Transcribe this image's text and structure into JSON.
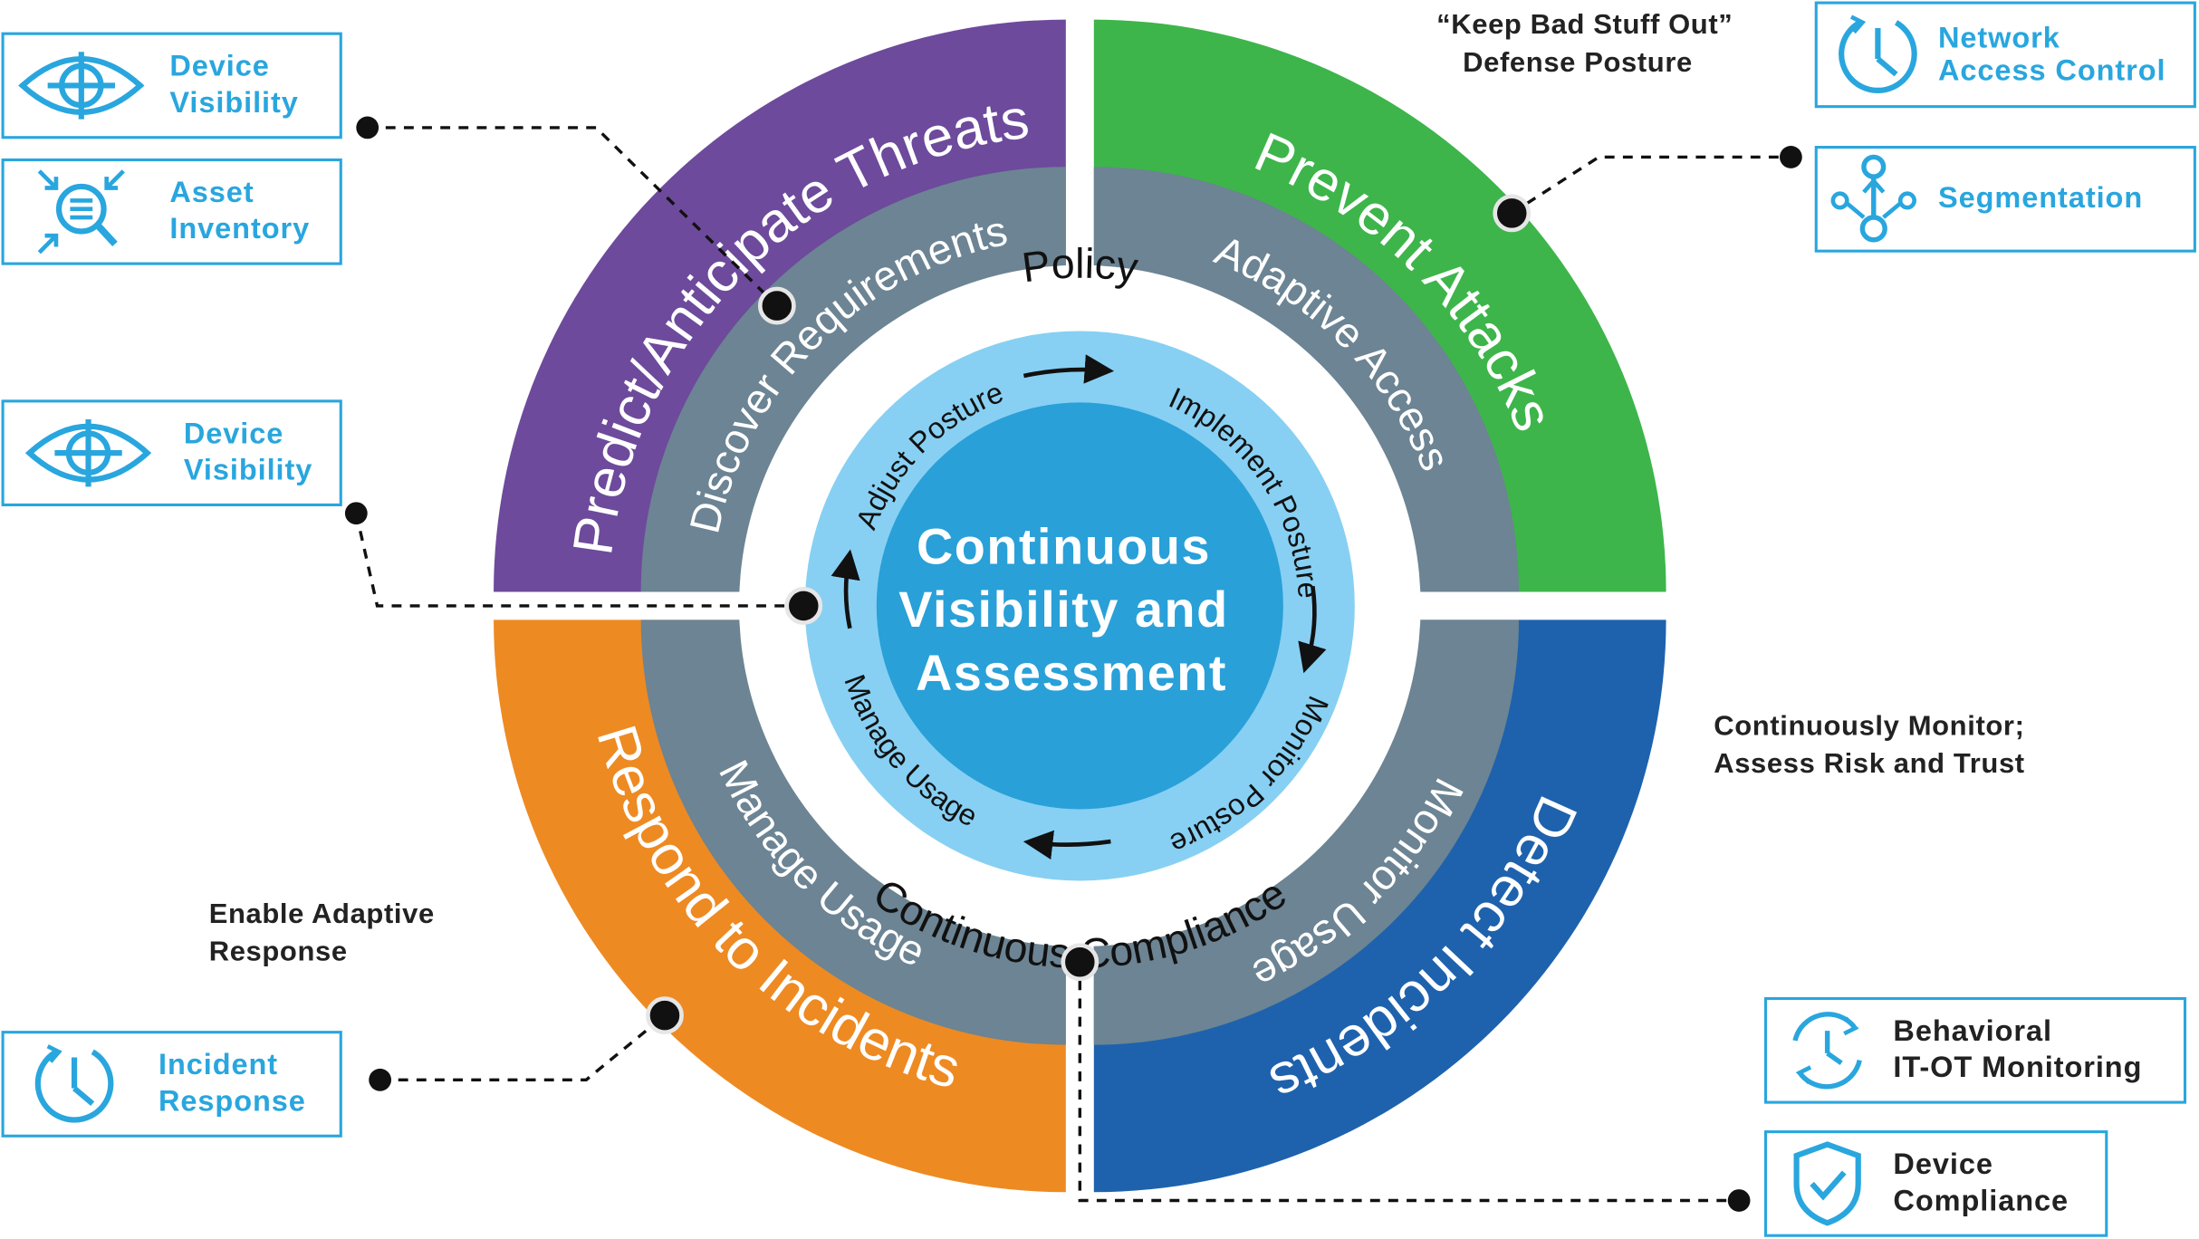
{
  "center": {
    "title_lines": [
      "Continuous",
      "Visibility and",
      "Assessment"
    ]
  },
  "inner_ring": {
    "top_label": "Policy",
    "bottom_label": "Continuous Compliance",
    "steps": [
      "Adjust Posture",
      "Implement Posture",
      "Monitor Posture",
      "Manage Usage"
    ]
  },
  "middle_ring": {
    "top_left": "Discover Requirements",
    "top_right": "Adaptive Access",
    "bottom_right": "Monitor Usage",
    "bottom_left": "Manage Usage"
  },
  "outer_ring": {
    "top_left": "Predict/Anticipate Threats",
    "top_right": "Prevent Attacks",
    "bottom_right": "Detect Incidents",
    "bottom_left": "Respond to Incidents"
  },
  "notes": {
    "top_right": [
      "“Keep Bad Stuff Out”",
      "Defense Posture"
    ],
    "right": [
      "Continuously Monitor;",
      "Assess Risk and Trust"
    ],
    "left": [
      "Enable Adaptive",
      "Response"
    ]
  },
  "callouts": {
    "device_visibility_1": [
      "Device",
      "Visibility"
    ],
    "asset_inventory": [
      "Asset",
      "Inventory"
    ],
    "device_visibility_2": [
      "Device",
      "Visibility"
    ],
    "incident_response": [
      "Incident",
      "Response"
    ],
    "network_access_control": [
      "Network",
      "Access Control"
    ],
    "segmentation": [
      "Segmentation"
    ],
    "behavioral_monitoring": [
      "Behavioral",
      "IT-OT Monitoring"
    ],
    "device_compliance": [
      "Device",
      "Compliance"
    ]
  },
  "colors": {
    "purple": "#6d4a9c",
    "green": "#3db54a",
    "blue": "#1e62ad",
    "orange": "#ee8a22",
    "gray": "#6c8493",
    "light_blue": "#87d0f3",
    "center_blue": "#29a0d8",
    "accent": "#29a6de"
  }
}
